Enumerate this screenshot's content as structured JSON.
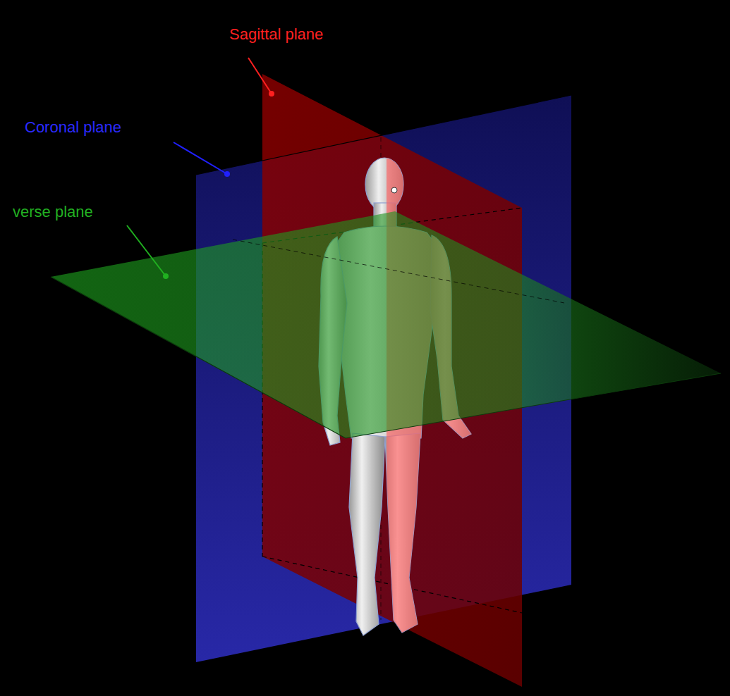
{
  "diagram": {
    "labels": [
      "Sagittal plane",
      "Coronal plane",
      "verse plane"
    ]
  }
}
